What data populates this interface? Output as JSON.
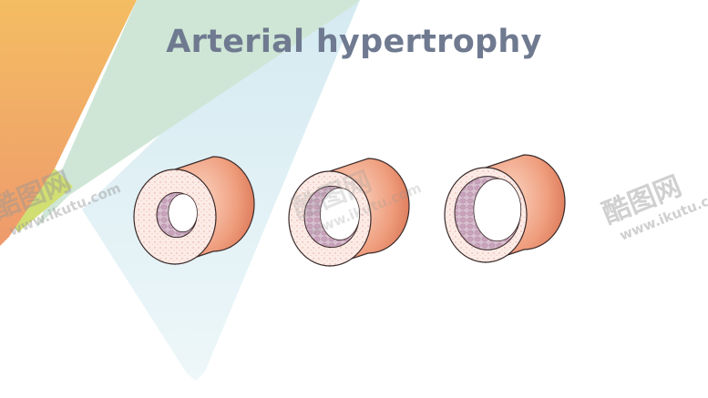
{
  "slide": {
    "title": "Arterial hypertrophy",
    "illustration": [
      "normal-artery",
      "mild-hypertrophy-artery",
      "advanced-hypertrophy-artery"
    ]
  },
  "watermark": {
    "name": "酷图网",
    "url": "www.ikutu.com"
  },
  "colors": {
    "title": "#6f7a90",
    "orange": "#f2b25e",
    "green": "#cfe6d6",
    "blue": "#d6ebf1",
    "vessel_outer": "#e98e6e",
    "vessel_face": "#fbe7e2",
    "lumen": "#c9a7bd"
  }
}
